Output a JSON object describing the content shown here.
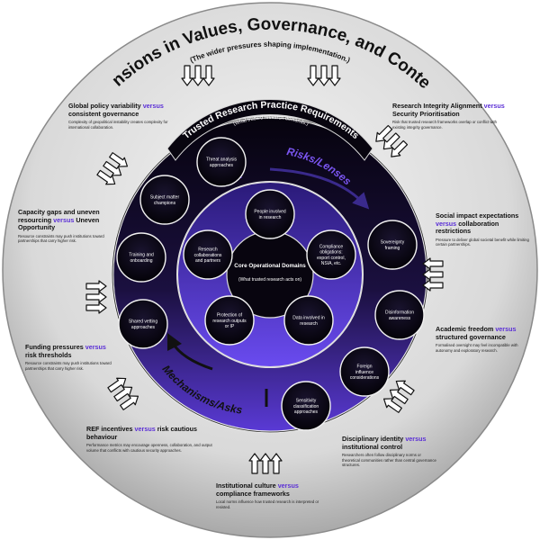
{
  "title": "Tensions in Values, Governance, and Context",
  "subtitle": "(The wider pressures shaping implementation.)",
  "ring_title": "Trusted Research Practice Requirements",
  "ring_subtitle": "(What trusted research demands.)",
  "risks_label": "Risks/Lenses",
  "mechanisms_label": "Mechanisms/Asks",
  "core": {
    "title": "Core Operational Domains",
    "subtitle": "(What trusted research acts on)",
    "domains": [
      "People involved in research",
      "Compliance obligations: export control, NSIA, etc.",
      "Data involved in research",
      "Protection of research outputs or IP",
      "Research collaborations and partners"
    ]
  },
  "requirements": [
    "Threat analysis approaches",
    "Sovereignty framing",
    "Disinformation awareness",
    "Foreign influence considerations",
    "Sensitivity classification approaches",
    "Shared vetting approaches",
    "Training and onboarding",
    "Subject matter champions"
  ],
  "tensions": [
    {
      "a": "Global policy variability",
      "vs": "versus",
      "b": "consistent governance",
      "body": "Complexity of geopolitical instability creates complexity for international collaboration."
    },
    {
      "a": "Research Integrity Alignment",
      "vs": "versus",
      "b": "Security Prioritisation",
      "body": "Risk that trusted research frameworks overlap or conflict with existing integrity governance."
    },
    {
      "a": "Capacity gaps and uneven resourcing",
      "vs": "versus",
      "b": "Uneven Opportunity",
      "body": "Resource constraints may push institutions toward partnerships that carry higher risk."
    },
    {
      "a": "Social impact expectations",
      "vs": "versus",
      "b": "collaboration restrictions",
      "body": "Pressure to deliver global societal benefit while limiting certain partnerships."
    },
    {
      "a": "Funding pressures",
      "vs": "versus",
      "b": "risk thresholds",
      "body": "Resource constraints may push institutions toward partnerships that carry higher risk."
    },
    {
      "a": "Academic freedom",
      "vs": "versus",
      "b": "structured governance",
      "body": "Formalised oversight may feel incompatible with autonomy and exploratory research."
    },
    {
      "a": "REF incentives",
      "vs": "versus",
      "b": "risk cautious behaviour",
      "body": "Performance metrics may encourage openness, collaboration, and output volume that conflicts with cautious security approaches."
    },
    {
      "a": "Disciplinary identity",
      "vs": "versus",
      "b": "institutional control",
      "body": "Researchers often follow disciplinary norms or theoretical communities rather than central governance structures."
    },
    {
      "a": "Institutional culture",
      "vs": "versus",
      "b": "compliance frameworks",
      "body": "Local norms influence how trusted research is interpreted or resisted."
    }
  ],
  "colors": {
    "outer_ring": "#cfcfcf",
    "dark_ring": "#140a2e",
    "purple": "#4b2bb8",
    "accent": "#5b2fd6",
    "node_fill": "#0b0716"
  }
}
